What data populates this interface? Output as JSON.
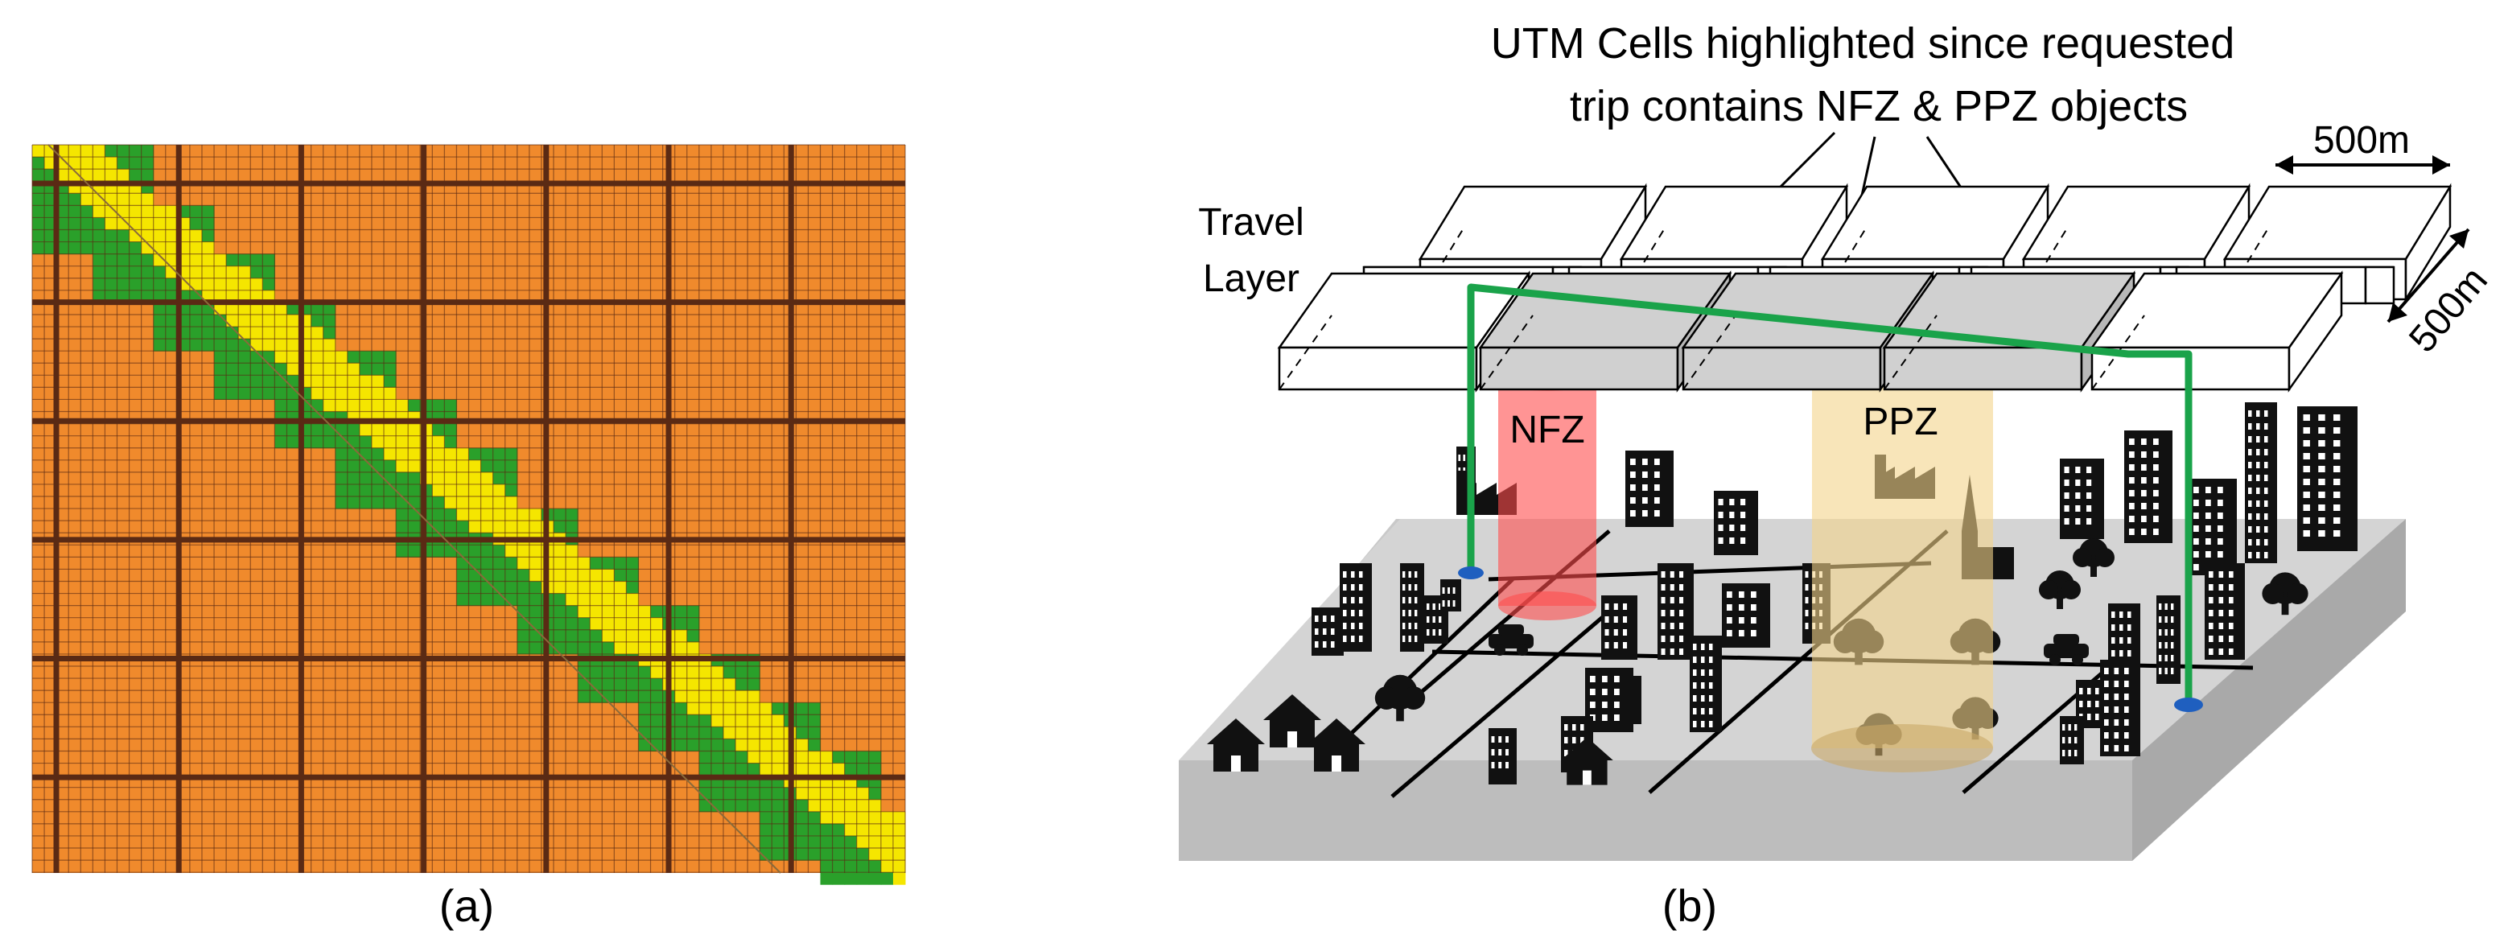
{
  "panel_a": {
    "caption": "(a)",
    "colors": {
      "orange": "#f08a2c",
      "green": "#2aa02a",
      "yellow": "#f5e600",
      "grid": "#5a2a14"
    }
  },
  "panel_b": {
    "caption": "(b)",
    "title_line1": "UTM Cells highlighted since requested",
    "title_line2": "trip contains NFZ & PPZ objects",
    "layer_label_line1": "Travel",
    "layer_label_line2": "Layer",
    "dim_width": "500m",
    "dim_depth": "500m",
    "nfz_label": "NFZ",
    "ppz_label": "PPZ",
    "colors": {
      "route": "#1aa34a",
      "nfz": "#ff4d4d",
      "ppz": "#f3d48a",
      "ground": "#c8c8c8",
      "highlight": "#d0d0d0"
    },
    "icons": [
      "building-icon",
      "factory-icon",
      "church-icon",
      "tree-icon",
      "house-icon",
      "car-icon"
    ]
  }
}
